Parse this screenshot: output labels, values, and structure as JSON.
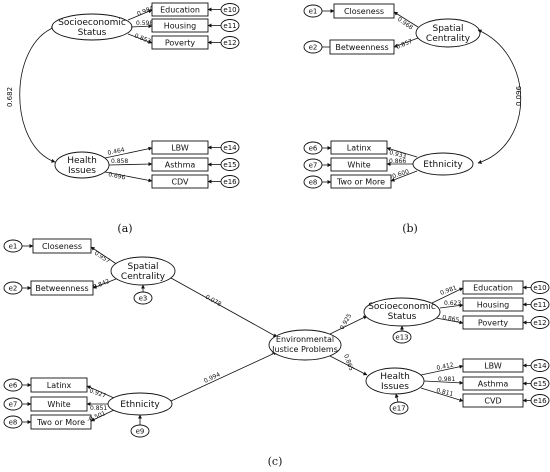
{
  "panels": {
    "a": {
      "caption": "(a)",
      "latents": {
        "ses": [
          "Socioeconomic",
          "Status"
        ],
        "health": [
          "Health",
          "Issues"
        ]
      },
      "ses_indicators": [
        {
          "label": "Education",
          "error": "e10",
          "loading": "0.984"
        },
        {
          "label": "Housing",
          "error": "e11",
          "loading": "0.598"
        },
        {
          "label": "Poverty",
          "error": "e12",
          "loading": "0.853"
        }
      ],
      "health_indicators": [
        {
          "label": "LBW",
          "error": "e14",
          "loading": "0.464"
        },
        {
          "label": "Asthma",
          "error": "e15",
          "loading": "0.858"
        },
        {
          "label": "CDV",
          "error": "e16",
          "loading": "0.696"
        }
      ],
      "covariance": "0.682"
    },
    "b": {
      "caption": "(b)",
      "latents": {
        "spatial": [
          "Spatial",
          "Centrality"
        ],
        "ethnicity": [
          "Ethnicity"
        ]
      },
      "spatial_indicators": [
        {
          "label": "Closeness",
          "error": "e1",
          "loading": "0.968"
        },
        {
          "label": "Betweenness",
          "error": "e2",
          "loading": "0.857"
        }
      ],
      "ethnicity_indicators": [
        {
          "label": "Latinx",
          "error": "e6",
          "loading": "0.933"
        },
        {
          "label": "White",
          "error": "e7",
          "loading": "0.866"
        },
        {
          "label": "Two or More",
          "error": "e8",
          "loading": "-0.600"
        }
      ],
      "covariance": "0.096"
    },
    "c": {
      "caption": "(c)",
      "latents": {
        "spatial": [
          "Spatial",
          "Centrality"
        ],
        "ethnicity": [
          "Ethnicity"
        ],
        "ejp": [
          "Environmental",
          "Justice Problems"
        ],
        "ses": [
          "Socioeconomic",
          "Status"
        ],
        "health": [
          "Health",
          "Issues"
        ]
      },
      "spatial_indicators": [
        {
          "label": "Closeness",
          "error": "e1",
          "loading": "0.957"
        },
        {
          "label": "Betweenness",
          "error": "e2",
          "loading": "0.842"
        }
      ],
      "ethnicity_indicators": [
        {
          "label": "Latinx",
          "error": "e6",
          "loading": "0.927"
        },
        {
          "label": "White",
          "error": "e7",
          "loading": "0.851"
        },
        {
          "label": "Two or More",
          "error": "e8",
          "loading": "-0.501"
        }
      ],
      "ses_indicators": [
        {
          "label": "Education",
          "error": "e10",
          "loading": "0.981"
        },
        {
          "label": "Housing",
          "error": "e11",
          "loading": "0.623"
        },
        {
          "label": "Poverty",
          "error": "e12",
          "loading": "0.865"
        }
      ],
      "health_indicators": [
        {
          "label": "LBW",
          "error": "e14",
          "loading": "0.412"
        },
        {
          "label": "Asthma",
          "error": "e15",
          "loading": "0.981"
        },
        {
          "label": "CVD",
          "error": "e16",
          "loading": "0.811"
        }
      ],
      "disturbances": {
        "spatial": "e3",
        "ethnicity": "e9",
        "ses": "e13",
        "health": "e17"
      },
      "paths": {
        "spatial_to_ejp": "0.078",
        "ethnicity_to_ejp": "0.994",
        "ejp_to_ses": "0.925",
        "ejp_to_health": "0.865"
      }
    }
  }
}
